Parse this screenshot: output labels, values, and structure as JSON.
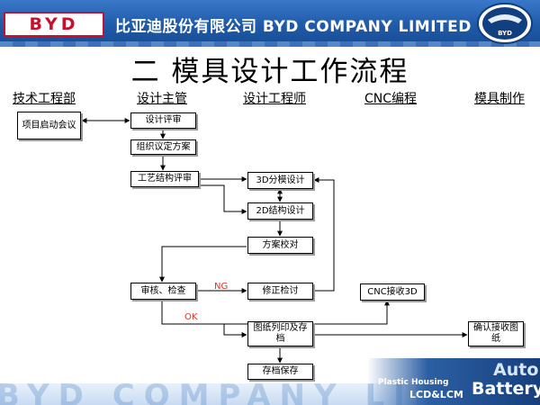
{
  "header": {
    "logo": "BYD",
    "company": "比亚迪股份有限公司 BYD COMPANY LIMITED",
    "emblem_text": "BYD"
  },
  "title": "二 模具设计工作流程",
  "columns": [
    "技术工程部",
    "设计主管",
    "设计工程师",
    "CNC编程",
    "模具制作"
  ],
  "nodes": {
    "kickoff": "项目启动会议",
    "review": "设计评审",
    "plan": "组织议定方案",
    "process": "工艺结构评审",
    "d3": "3D分模设计",
    "d2": "2D结构设计",
    "check": "方案校对",
    "audit": "审核、检查",
    "fix": "修正检讨",
    "cnc": "CNC接收3D",
    "print": "图纸列印及存档",
    "confirm": "确认接收图纸",
    "archive": "存档保存"
  },
  "edge_labels": {
    "ng": "NG",
    "ok": "OK"
  },
  "footer": {
    "watermark": "BYD COMPANY LIMITED",
    "plastic_housing": "Plastic Housing",
    "lcd_lcm": "LCD&LCM",
    "auto": "Auto",
    "battery": "Battery"
  },
  "colors": {
    "header_blue": "#1f5aa8",
    "logo_red": "#c8102e",
    "label_red": "#d9352b"
  }
}
